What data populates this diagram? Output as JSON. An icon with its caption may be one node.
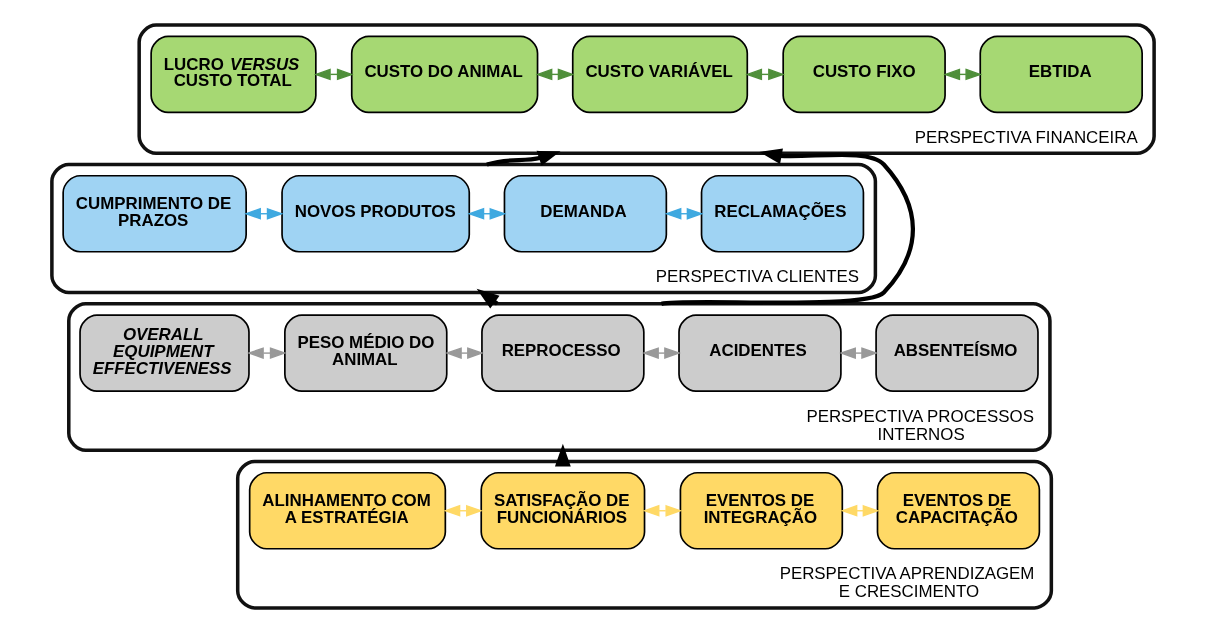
{
  "diagram": {
    "nodes": [
      {
        "text": [],
        "shape": "box",
        "beside": [
          "PERSPECTIVA FINANCEIRA"
        ]
      },
      {
        "text": [
          "EBTIDA"
        ],
        "in": 0
      },
      {
        "text": [
          "CUSTO FIXO"
        ],
        "in": 0
      },
      {
        "text": [
          "CUSTO VARIÁVEL"
        ],
        "in": 0
      },
      {
        "text": [
          "CUSTO DO ANIMAL"
        ],
        "in": 0
      },
      {
        "text": [
          "LUCRO *VERSUS* CUSTO TOTAL"
        ],
        "in": 0
      },
      {
        "text": [],
        "shape": "box",
        "beside": [
          "PERSPECTIVA CLIENTES"
        ]
      },
      {
        "text": [
          "RECLAMAÇÕES"
        ],
        "in": 6
      },
      {
        "text": [
          "DEMANDA"
        ],
        "in": 6
      },
      {
        "text": [
          "NOVOS PRODUTOS"
        ],
        "in": 6
      },
      {
        "text": [
          "CUMPRIMENTO DE PRAZOS"
        ],
        "in": 6
      },
      {
        "text": [],
        "shape": "box",
        "beside": [
          "PERSPECTIVA PROCESSOS INTERNOS"
        ]
      },
      {
        "text": [
          "ABSENTEÍSMO"
        ],
        "in": 11
      },
      {
        "text": [
          "ACIDENTES"
        ],
        "in": 11
      },
      {
        "text": [
          "REPROCESSO"
        ],
        "in": 11
      },
      {
        "text": [
          "PESO MÉDIO DO ANIMAL"
        ],
        "in": 11
      },
      {
        "text": [
          "OVERALL EQUIPMENT EFFECTIVENESS"
        ],
        "in": 11
      },
      {
        "text": [],
        "shape": "box",
        "beside": [
          "PERSPECTIVA APRENDIZAGEM E CRESCIMENTO"
        ]
      },
      {
        "text": [
          "EVENTOS DE CAPACITAÇÃO"
        ],
        "in": 17
      },
      {
        "text": [
          "EVENTOS DE INTEGRAÇÃO"
        ],
        "in": 17
      },
      {
        "text": [
          "SATISFAÇÃO DE FUNCIONÁRIOS"
        ],
        "in": 17
      },
      {
        "text": [
          "ALINHAMENTO COM A ESTRATÉGIA"
        ],
        "in": 17
      }
    ],
    "edges": [
      {
        "from": 1,
        "to": 2,
        "arrow": "both",
        "color": "#4f8f3a"
      },
      {
        "from": 2,
        "to": 3,
        "arrow": "both",
        "color": "#4f8f3a"
      },
      {
        "from": 3,
        "to": 4,
        "arrow": "both",
        "color": "#4f8f3a"
      },
      {
        "from": 4,
        "to": 5,
        "arrow": "both",
        "color": "#4f8f3a"
      },
      {
        "from": 7,
        "to": 8,
        "arrow": "both",
        "color": "#3fa9e0"
      },
      {
        "from": 8,
        "to": 9,
        "arrow": "both",
        "color": "#3fa9e0"
      },
      {
        "from": 9,
        "to": 10,
        "arrow": "both",
        "color": "#3fa9e0"
      },
      {
        "from": 12,
        "to": 13,
        "arrow": "both",
        "color": "#999999"
      },
      {
        "from": 13,
        "to": 14,
        "arrow": "both",
        "color": "#999999"
      },
      {
        "from": 14,
        "to": 15,
        "arrow": "both",
        "color": "#999999"
      },
      {
        "from": 15,
        "to": 16,
        "arrow": "both",
        "color": "#999999"
      },
      {
        "from": 18,
        "to": 19,
        "arrow": "both",
        "color": "#ffd966"
      },
      {
        "from": 19,
        "to": 20,
        "arrow": "both",
        "color": "#ffd966"
      },
      {
        "from": 20,
        "to": 21,
        "arrow": "both",
        "color": "#ffd966"
      },
      {
        "from": 17,
        "to": 11,
        "arrow": "to",
        "style": "thick",
        "color": "#000000"
      },
      {
        "from": 11,
        "to": 6,
        "arrow": "to",
        "style": "thick",
        "color": "#000000"
      },
      {
        "from": 6,
        "to": 0,
        "arrow": "to",
        "style": "thick",
        "color": "#000000"
      },
      {
        "from": 11,
        "to": 0,
        "arrow": "to",
        "style": "thick",
        "color": "#000000"
      }
    ]
  }
}
